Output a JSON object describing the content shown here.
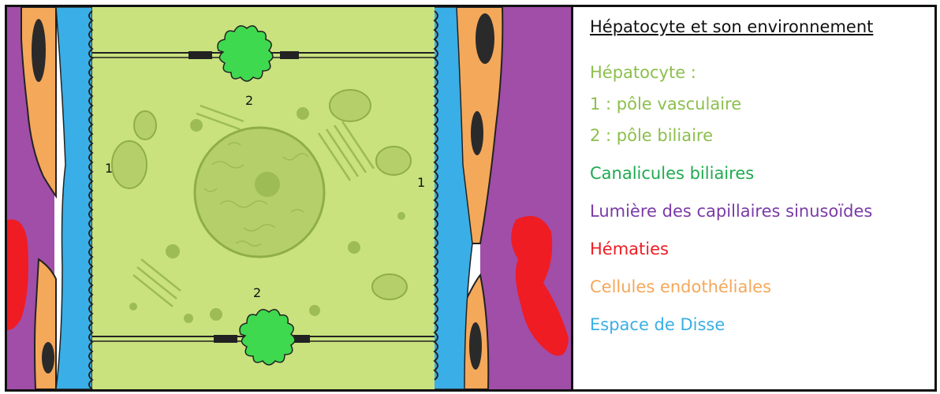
{
  "legend": {
    "title": "Hépatocyte et son environnement",
    "hepatocyte": "Hépatocyte :",
    "pole_vasculaire": "1 : pôle vasculaire",
    "pole_biliaire": "2 : pôle biliaire",
    "canalicules": "Canalicules biliaires",
    "lumiere": "Lumière des capillaires sinusoïdes",
    "hematies": "Hématies",
    "endotheliales": "Cellules endothéliales",
    "disse": "Espace de Disse"
  },
  "labels": {
    "one": "1",
    "two": "2"
  },
  "colors": {
    "hepatocyte": "#c9e27e",
    "hepatocyte_text": "#8cbf4c",
    "canalicule": "#3fd94f",
    "canalicule_text": "#1faa4f",
    "lumiere": "#a04ea8",
    "lumiere_text": "#7a3aa6",
    "hematie": "#ef1c24",
    "endothelial": "#f4a85a",
    "disse": "#3aaee6"
  }
}
